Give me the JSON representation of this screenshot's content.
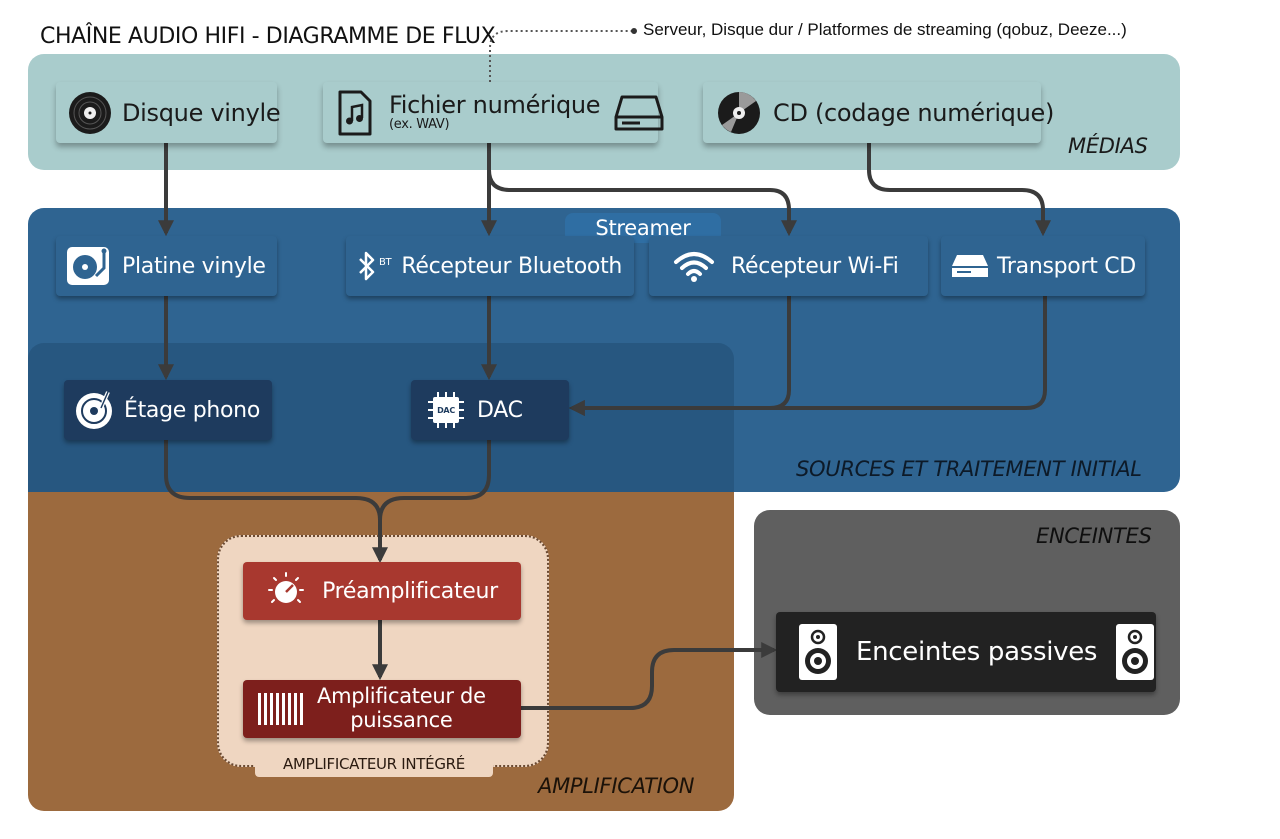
{
  "title": "CHAÎNE AUDIO HIFI - DIAGRAMME DE FLUX",
  "note": "Serveur, Disque dur / Platformes de streaming (qobuz, Deeze...)",
  "panels": {
    "medias": "MÉDIAS",
    "sources": "SOURCES ET TRAITEMENT INITIAL",
    "amplification": "AMPLIFICATION",
    "enceintes": "ENCEINTES",
    "integrated": "AMPLIFICATEUR INTÉGRÉ",
    "streamer": "Streamer"
  },
  "nodes": {
    "vinyl_disc": "Disque vinyle",
    "digital_file": "Fichier numérique",
    "digital_file_sub": "(ex. WAV)",
    "cd": "CD (codage numérique)",
    "turntable": "Platine vinyle",
    "bluetooth": "Récepteur Bluetooth",
    "bluetooth_badge": "BT",
    "wifi": "Récepteur Wi-Fi",
    "cd_transport": "Transport CD",
    "phono_stage": "Étage phono",
    "dac": "DAC",
    "dac_chip": "DAC",
    "preamp": "Préamplificateur",
    "power_amp_line1": "Amplificateur de",
    "power_amp_line2": "puissance",
    "passive_speakers": "Enceintes passives"
  },
  "colors": {
    "medias_panel": "#a9cccc",
    "sources_panel": "#2f6491",
    "amplification_panel": "#9c6a3e",
    "enceintes_panel": "#5f5f5f",
    "preamp": "#a8382f",
    "power_amp": "#7d1f1c"
  }
}
